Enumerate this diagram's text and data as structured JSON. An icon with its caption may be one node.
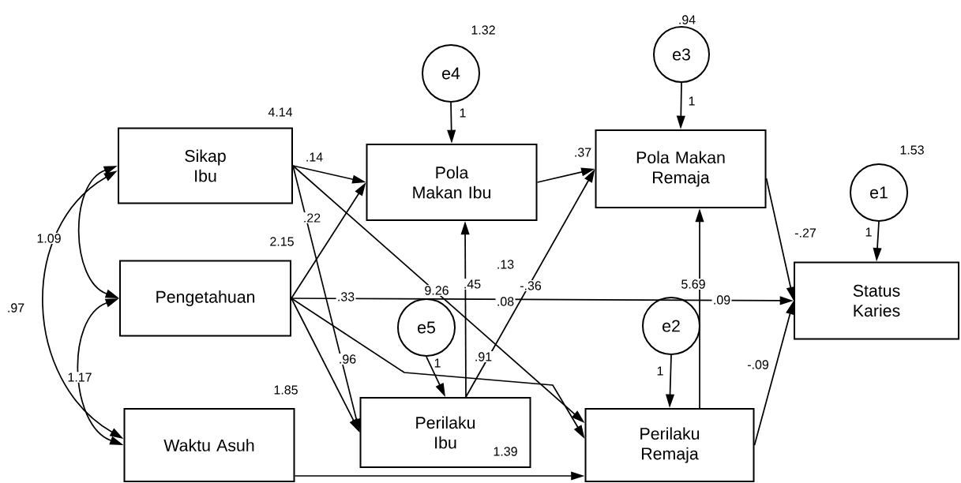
{
  "diagram": {
    "nodes": [
      {
        "text": [
          "Sikap Ibu"
        ],
        "beside": [
          "4.14"
        ]
      },
      {
        "text": [
          "Pengetahuan"
        ],
        "beside": [
          "2.15"
        ]
      },
      {
        "text": [
          "Waktu Asuh"
        ],
        "beside": [
          "1.85"
        ]
      },
      {
        "text": [
          "e4"
        ],
        "beside": [
          "1.32"
        ]
      },
      {
        "text": [
          "Pola Makan Ibu"
        ]
      },
      {
        "text": [
          "e3"
        ],
        "beside": [
          ".94"
        ]
      },
      {
        "text": [
          "Pola Makan Remaja"
        ]
      },
      {
        "text": [
          "e1"
        ],
        "beside": [
          "1.53"
        ]
      },
      {
        "text": [
          "Status Karies"
        ]
      },
      {
        "text": [
          "e5"
        ]
      },
      {
        "text": [
          "Perilaku Ibu"
        ]
      },
      {
        "text": [
          "e2"
        ]
      },
      {
        "text": [
          "Perilaku Remaja"
        ]
      }
    ],
    "edges": [
      {
        "from": 0,
        "to": 4,
        "arrow": "to",
        "label": ".14"
      },
      {
        "from": 0,
        "to": 10,
        "arrow": "to",
        "label": ".22"
      },
      {
        "from": 0,
        "to": 12,
        "arrow": "to"
      },
      {
        "from": 1,
        "to": 4,
        "arrow": "to"
      },
      {
        "from": 1,
        "to": 8,
        "arrow": "to",
        "label": ".33"
      },
      {
        "from": 1,
        "to": 10,
        "arrow": "to",
        "label": ".96"
      },
      {
        "from": 1,
        "to": 12,
        "arrow": "to"
      },
      {
        "from": 2,
        "to": 12,
        "arrow": "to"
      },
      {
        "from": 10,
        "to": 4,
        "arrow": "to"
      },
      {
        "from": 10,
        "to": 6,
        "arrow": "to"
      },
      {
        "from": 4,
        "to": 6,
        "arrow": "to",
        "label": ".37"
      },
      {
        "from": 12,
        "to": 6,
        "arrow": "to"
      },
      {
        "from": 6,
        "to": 8,
        "arrow": "to",
        "label": "-.27"
      },
      {
        "from": 12,
        "to": 8,
        "arrow": "to",
        "label": "-.09"
      },
      {
        "from": 3,
        "to": 4,
        "arrow": "to",
        "label": "1"
      },
      {
        "from": 5,
        "to": 6,
        "arrow": "to",
        "label": "1"
      },
      {
        "from": 7,
        "to": 8,
        "arrow": "to",
        "label": "1"
      },
      {
        "from": 9,
        "to": 10,
        "arrow": "to",
        "label": "1"
      },
      {
        "from": 11,
        "to": 12,
        "arrow": "to",
        "label": "1"
      },
      {
        "from": 0,
        "to": 1,
        "arrow": "both",
        "label": "1.09"
      },
      {
        "from": 1,
        "to": 2,
        "arrow": "both",
        "label": "1.17"
      },
      {
        "from": 0,
        "to": 2,
        "arrow": "both",
        "label": ".97"
      }
    ],
    "labels": [
      ".13",
      "9.26",
      ".45",
      ".08",
      "-.36",
      ".91",
      "1.39",
      "5.69",
      ".09"
    ]
  }
}
